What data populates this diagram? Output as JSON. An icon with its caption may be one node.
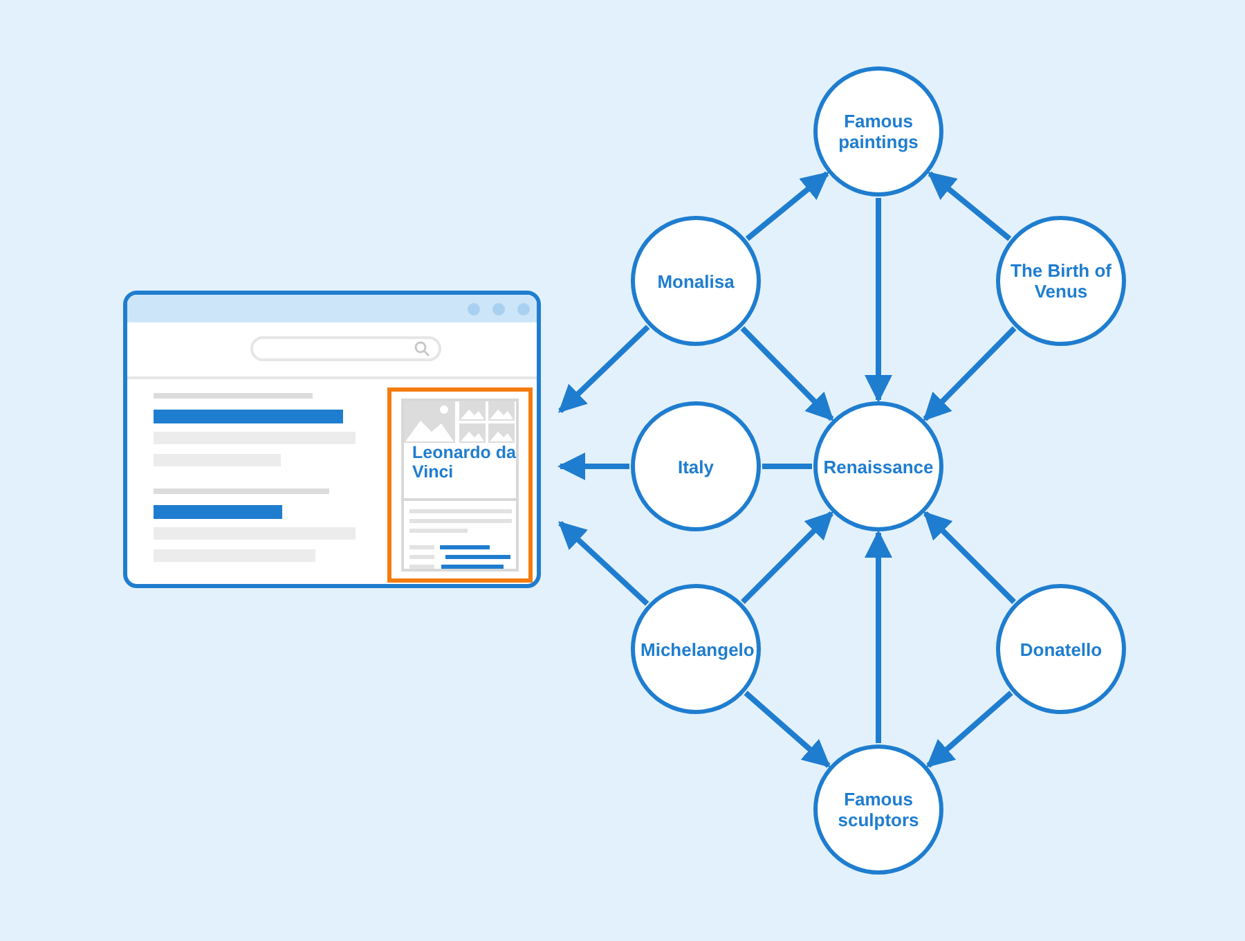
{
  "diagram": {
    "nodes": [
      {
        "text": [],
        "shape": "picture"
      },
      {
        "text": [
          "Leonardo da Vinci"
        ],
        "in": 0
      },
      {
        "text": [
          "Famous paintings"
        ]
      },
      {
        "text": [
          "Monalisa"
        ]
      },
      {
        "text": [
          "The Birth of Venus"
        ]
      },
      {
        "text": [
          "Italy"
        ]
      },
      {
        "text": [
          "Renaissance"
        ]
      },
      {
        "text": [
          "Michelangelo"
        ]
      },
      {
        "text": [
          "Donatello"
        ]
      },
      {
        "text": [
          "Famous sculptors"
        ]
      }
    ],
    "edges": [
      {
        "from": 3,
        "to": 2,
        "arrow": "to"
      },
      {
        "from": 4,
        "to": 2,
        "arrow": "to"
      },
      {
        "from": 2,
        "to": 6,
        "arrow": "to"
      },
      {
        "from": 3,
        "to": 6,
        "arrow": "to"
      },
      {
        "from": 4,
        "to": 6,
        "arrow": "to"
      },
      {
        "from": 3,
        "to": 0,
        "arrow": "to"
      },
      {
        "from": 6,
        "to": 5,
        "arrow": "none"
      },
      {
        "from": 5,
        "to": 0,
        "arrow": "to"
      },
      {
        "from": 7,
        "to": 0,
        "arrow": "to"
      },
      {
        "from": 7,
        "to": 6,
        "arrow": "to"
      },
      {
        "from": 8,
        "to": 6,
        "arrow": "to"
      },
      {
        "from": 9,
        "to": 6,
        "arrow": "to"
      },
      {
        "from": 7,
        "to": 9,
        "arrow": "to"
      },
      {
        "from": 8,
        "to": 9,
        "arrow": "to"
      }
    ]
  }
}
